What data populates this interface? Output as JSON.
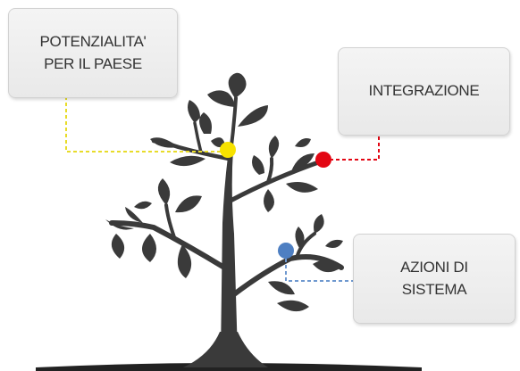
{
  "colors": {
    "tree": "#3a3a3a",
    "ground": "#222222",
    "dot_potenzialita": "#f7e200",
    "dot_integrazione": "#e30613",
    "dot_azioni": "#4e7fc2",
    "connector_potenzialita": "#e8dc2a",
    "connector_integrazione": "#e30613",
    "connector_azioni": "#6e98cf"
  },
  "callouts": {
    "potenzialita": {
      "line1": "POTENZIALITA'",
      "line2": "PER IL PAESE"
    },
    "integrazione": {
      "line1": "INTEGRAZIONE"
    },
    "azioni": {
      "line1": "AZIONI DI",
      "line2": "SISTEMA"
    }
  },
  "icons": [
    "tree-illustration",
    "ground-line"
  ]
}
